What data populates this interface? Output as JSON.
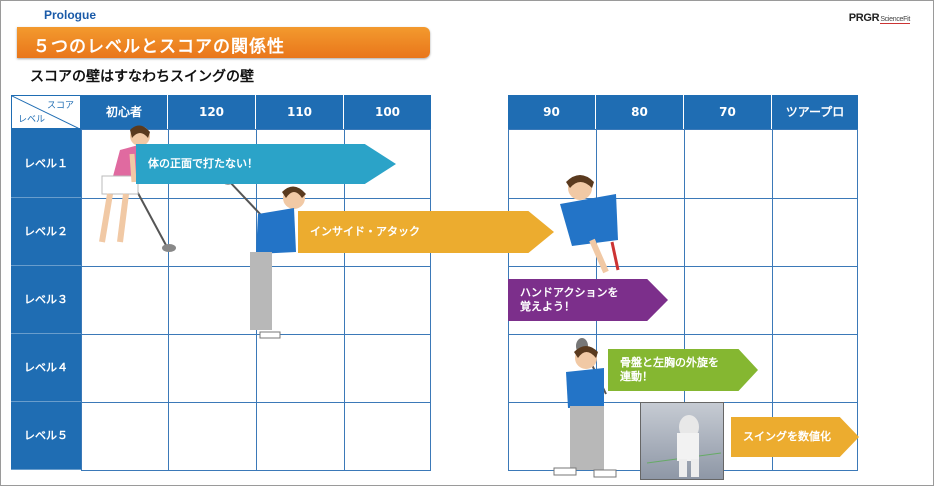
{
  "header": {
    "prologue": "Prologue",
    "brand": "PRGR",
    "brand_sub": "ScienceFit",
    "title": "５つのレベルとスコアの関係性",
    "subtitle": "スコアの壁はすなわちスイングの壁"
  },
  "table": {
    "corner_score": "スコア",
    "corner_level": "レベル",
    "left_columns": [
      "初心者",
      "120",
      "110",
      "100"
    ],
    "right_columns": [
      "90",
      "80",
      "70",
      "ツアープロ"
    ],
    "rows": [
      "レベル１",
      "レベル２",
      "レベル３",
      "レベル４",
      "レベル５"
    ]
  },
  "arrows": {
    "level1": "体の正面で打たない！",
    "level2": "インサイド・アタック",
    "level3_line1": "ハンドアクションを",
    "level3_line2": "覚えよう！",
    "level4_line1": "骨盤と左胸の外旋を",
    "level4_line2": "連動！",
    "level5": "スイングを数値化"
  },
  "colors": {
    "accent_orange": "#e9761b",
    "table_blue": "#1f6db3",
    "arrow_blue": "#2ba3c8",
    "arrow_yellow": "#ecac2f",
    "arrow_purple": "#7c2f8b",
    "arrow_green": "#85b731"
  },
  "icons": [
    "golfer-beginner-illustration",
    "golfer-address-illustration",
    "golfer-hands-illustration",
    "golfer-follow-illustration",
    "swing-simulation-image"
  ]
}
